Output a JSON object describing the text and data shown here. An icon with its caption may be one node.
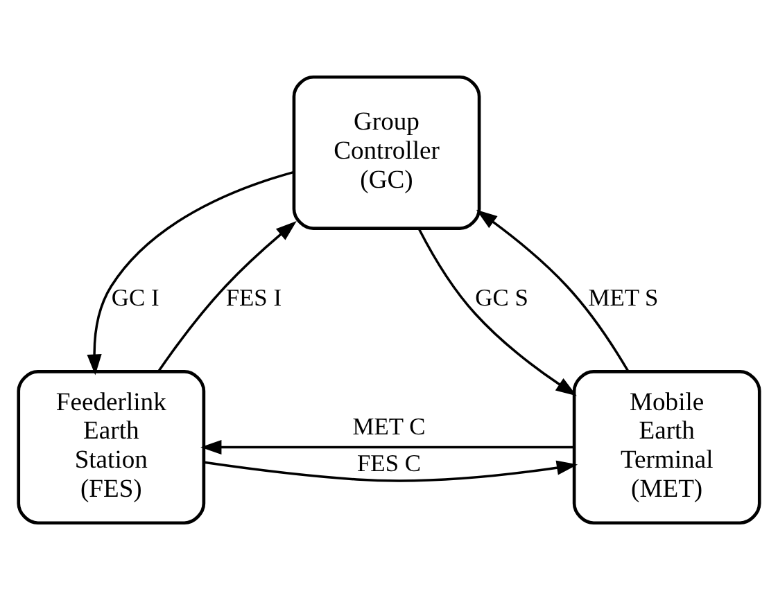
{
  "diagram": {
    "nodes": [
      {
        "text": [
          "Group Controller (GC)"
        ]
      },
      {
        "text": [
          "Feederlink Earth Station (FES)"
        ]
      },
      {
        "text": [
          "Mobile Earth Terminal (MET)"
        ]
      }
    ],
    "edges": [
      {
        "from": 1,
        "to": 0,
        "arrow": "to",
        "label": "FES I"
      },
      {
        "from": 0,
        "to": 1,
        "arrow": "to",
        "label": "GC I"
      },
      {
        "from": 0,
        "to": 2,
        "arrow": "to",
        "label": "GC S"
      },
      {
        "from": 2,
        "to": 0,
        "arrow": "to",
        "label": "MET S"
      },
      {
        "from": 1,
        "to": 2,
        "arrow": "to",
        "label": "FES C"
      },
      {
        "from": 2,
        "to": 1,
        "arrow": "to",
        "label": "MET C"
      }
    ]
  }
}
